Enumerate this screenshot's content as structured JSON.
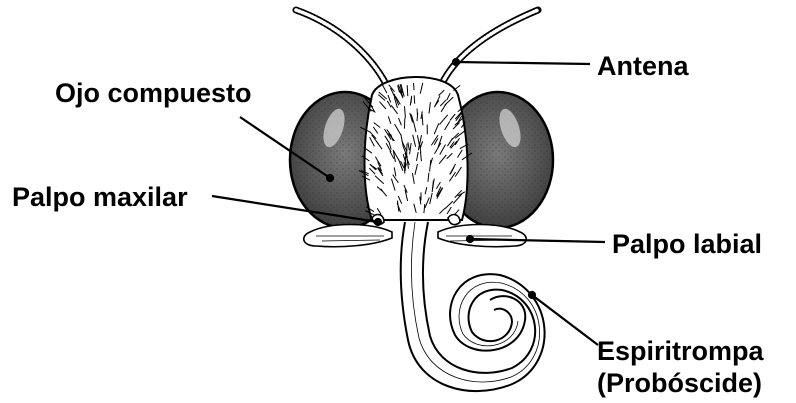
{
  "labels": {
    "antena": "Antena",
    "ojo_compuesto": "Ojo compuesto",
    "palpo_maxilar": "Palpo maxilar",
    "palpo_labial": "Palpo labial",
    "espiritrompa": "Espiritrompa",
    "proboscide": "(Probóscide)"
  },
  "colors": {
    "ink": "#000000",
    "eye_fill": "#5a5a5a",
    "background": "#ffffff"
  },
  "icons": {
    "head": "insect-head-illustration"
  }
}
